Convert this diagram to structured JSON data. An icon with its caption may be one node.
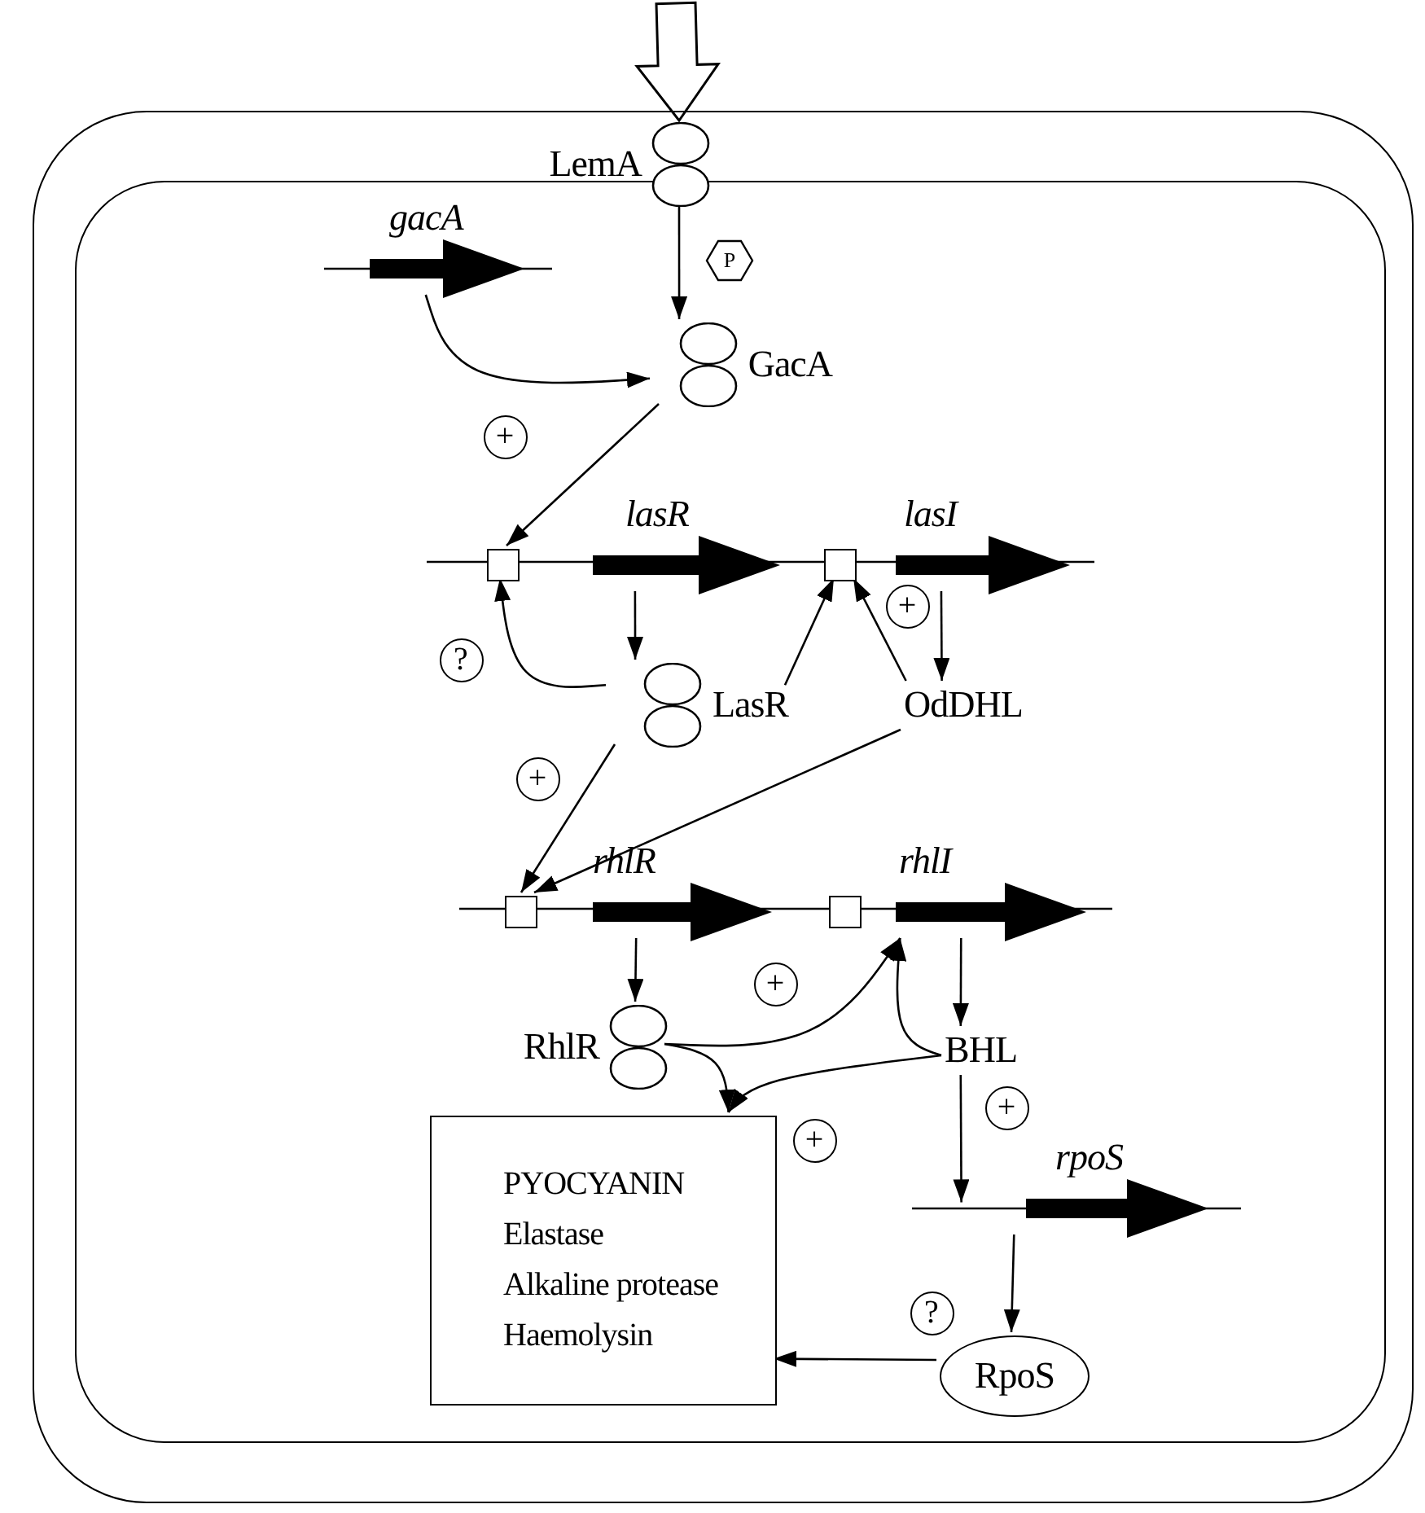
{
  "diagram": {
    "nodes": [
      {
        "text": [],
        "shape": "box"
      },
      {
        "text": [],
        "shape": "box",
        "in": 0
      },
      {
        "text": [
          "LemA"
        ],
        "in": 0
      },
      {
        "text": [
          "gacA"
        ],
        "in": 1
      },
      {
        "text": [
          "GacA"
        ],
        "in": 1
      },
      {
        "text": [],
        "shape": "box",
        "in": 1
      },
      {
        "text": [
          "lasR"
        ],
        "in": 1
      },
      {
        "text": [],
        "shape": "box",
        "in": 1
      },
      {
        "text": [
          "lasI"
        ],
        "in": 1
      },
      {
        "text": [
          "LasR"
        ],
        "in": 1
      },
      {
        "text": [
          "OdDHL"
        ],
        "in": 1
      },
      {
        "text": [],
        "shape": "box",
        "in": 1
      },
      {
        "text": [
          "rhlR"
        ],
        "in": 1
      },
      {
        "text": [],
        "shape": "box",
        "in": 1
      },
      {
        "text": [
          "rhlI"
        ],
        "in": 1
      },
      {
        "text": [
          "RhlR"
        ],
        "in": 1
      },
      {
        "text": [
          "BHL"
        ],
        "in": 1
      },
      {
        "text": [
          "rpoS"
        ],
        "in": 1
      },
      {
        "text": [
          "PYOCYANIN",
          "Elastase",
          "Alkaline protease",
          "Haemolysin"
        ],
        "in": 1
      },
      {
        "text": [
          "RpoS"
        ],
        "in": 1
      }
    ],
    "edges": [
      {
        "from": null,
        "to": 2,
        "arrow": "to",
        "style": "thick"
      },
      {
        "from": 2,
        "to": 4,
        "arrow": "to",
        "label": "P"
      },
      {
        "from": 3,
        "to": 4,
        "arrow": "to"
      },
      {
        "from": 4,
        "to": 5,
        "arrow": "to",
        "label": "+"
      },
      {
        "from": 6,
        "to": 9,
        "arrow": "to"
      },
      {
        "from": 9,
        "to": 5,
        "arrow": "to",
        "label": "?"
      },
      {
        "from": 9,
        "to": 7,
        "arrow": "to"
      },
      {
        "from": 10,
        "to": 7,
        "arrow": "to",
        "label": "+"
      },
      {
        "from": 8,
        "to": 10,
        "arrow": "to"
      },
      {
        "from": 9,
        "to": 11,
        "arrow": "to",
        "label": "+"
      },
      {
        "from": 10,
        "to": 11,
        "arrow": "to"
      },
      {
        "from": 12,
        "to": 15,
        "arrow": "to"
      },
      {
        "from": 14,
        "to": 16,
        "arrow": "to"
      },
      {
        "from": 15,
        "to": 14,
        "arrow": "to",
        "label": "+"
      },
      {
        "from": 16,
        "to": 14,
        "arrow": "to"
      },
      {
        "from": 15,
        "to": 18,
        "arrow": "to"
      },
      {
        "from": 16,
        "to": 18,
        "arrow": "to",
        "label": "+"
      },
      {
        "from": 16,
        "to": 17,
        "arrow": "to",
        "label": "+"
      },
      {
        "from": 17,
        "to": 19,
        "arrow": "to"
      },
      {
        "from": 19,
        "to": 18,
        "arrow": "to",
        "label": "?"
      }
    ]
  }
}
